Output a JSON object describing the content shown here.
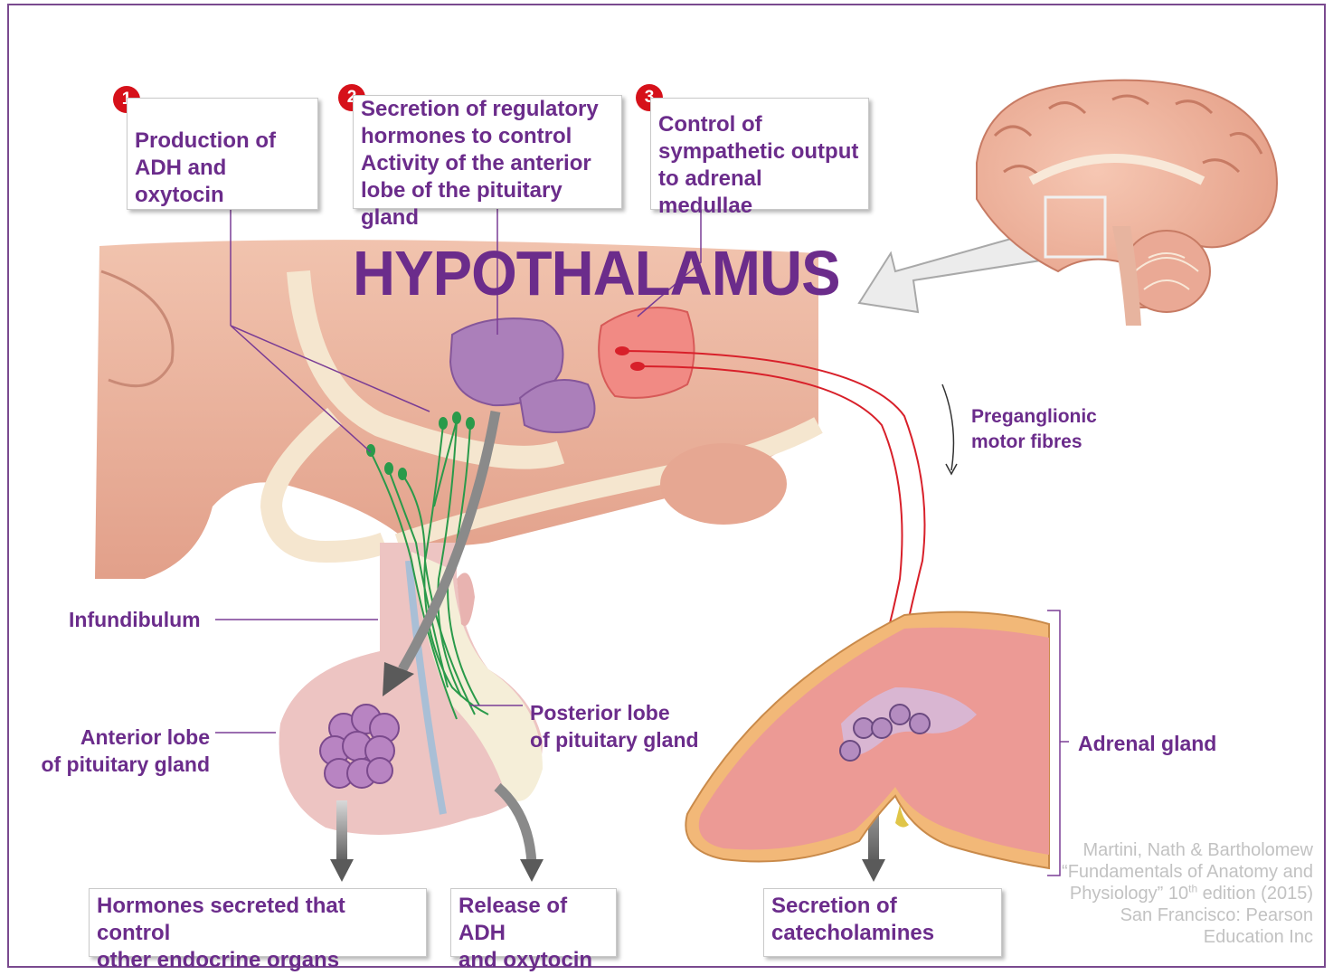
{
  "title": "HYPOTHALAMUS",
  "functions": [
    {
      "number": "1",
      "lines": [
        "Production of",
        "ADH and oxytocin"
      ]
    },
    {
      "number": "2",
      "lines": [
        "Secretion of regulatory",
        "hormones to control",
        "Activity of the anterior",
        "lobe of the pituitary gland"
      ]
    },
    {
      "number": "3",
      "lines": [
        "Control of",
        "sympathetic output",
        "to adrenal medullae"
      ]
    }
  ],
  "labels": {
    "preganglionic": [
      "Preganglionic",
      "motor fibres"
    ],
    "infundibulum": "Infundibulum",
    "anterior_lobe": [
      "Anterior lobe",
      "of pituitary gland"
    ],
    "posterior_lobe": [
      "Posterior lobe",
      "of pituitary gland"
    ],
    "adrenal_gland": "Adrenal gland"
  },
  "outputs": [
    {
      "lines": [
        "Hormones secreted that control",
        "other endocrine organs"
      ]
    },
    {
      "lines": [
        "Release of ADH",
        "and oxytocin"
      ]
    },
    {
      "lines": [
        "Secretion of",
        "catecholamines"
      ]
    }
  ],
  "credit": {
    "line1": "Martini, Nath & Bartholomew",
    "line2": "“Fundamentals of Anatomy and",
    "line3a": "Physiology” 10",
    "line3sup": "th",
    "line3b": " edition (2015)",
    "line4": "San Francisco: Pearson",
    "line5": "Education Inc"
  },
  "colors": {
    "label_purple": "#6b2c8b",
    "badge_red": "#d6111a",
    "tissue_pink": "#e8b09a",
    "nucleus_purple": "#a87bb9",
    "nucleus_red": "#f08080",
    "motor_fibre_red": "#d8202a",
    "neuron_green": "#2a9a4a"
  }
}
